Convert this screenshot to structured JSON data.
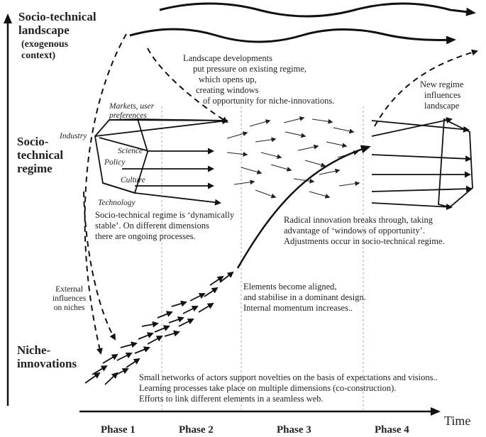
{
  "levels": {
    "landscape": [
      "Socio-technical",
      "landscape"
    ],
    "landscape_sub": "(exogenous",
    "landscape_sub2": "context)",
    "regime": [
      "Socio-",
      "technical",
      "regime"
    ],
    "niche": [
      "Niche-",
      "innovations"
    ]
  },
  "axis": {
    "time": "Time",
    "phases": [
      "Phase 1",
      "Phase 2",
      "Phase 3",
      "Phase 4"
    ]
  },
  "regime_dimensions": {
    "markets": [
      "Markets, user",
      "preferences"
    ],
    "industry": "Industry",
    "science": "Science",
    "policy": "Policy",
    "culture": "Culture",
    "technology": "Technology"
  },
  "annotations": {
    "landscape_pressure": [
      "Landscape developments",
      "put pressure on existing regime,",
      "which opens up,",
      "creating windows",
      "of opportunity for niche-innovations."
    ],
    "new_regime": [
      "New regime",
      "influences",
      "landscape"
    ],
    "regime_stable": [
      "Socio-technical regime is ‘dynamically",
      "stable’. On different dimensions",
      "there are ongoing processes."
    ],
    "breakthrough": [
      "Radical innovation breaks through, taking",
      "advantage of ‘windows of opportunity’.",
      "Adjustments occur in socio-technical regime."
    ],
    "external": [
      "External",
      "influences",
      "on niches"
    ],
    "aligned": [
      "Elements become aligned,",
      "and stabilise in a dominant design.",
      "Internal momentum increases.."
    ],
    "niche_networks": [
      "Small networks of actors support novelties on the basis of expectations and visions..",
      "Learning processes take place on multiple dimensions (co-construction).",
      "Efforts to link different elements in a seamless web."
    ]
  }
}
